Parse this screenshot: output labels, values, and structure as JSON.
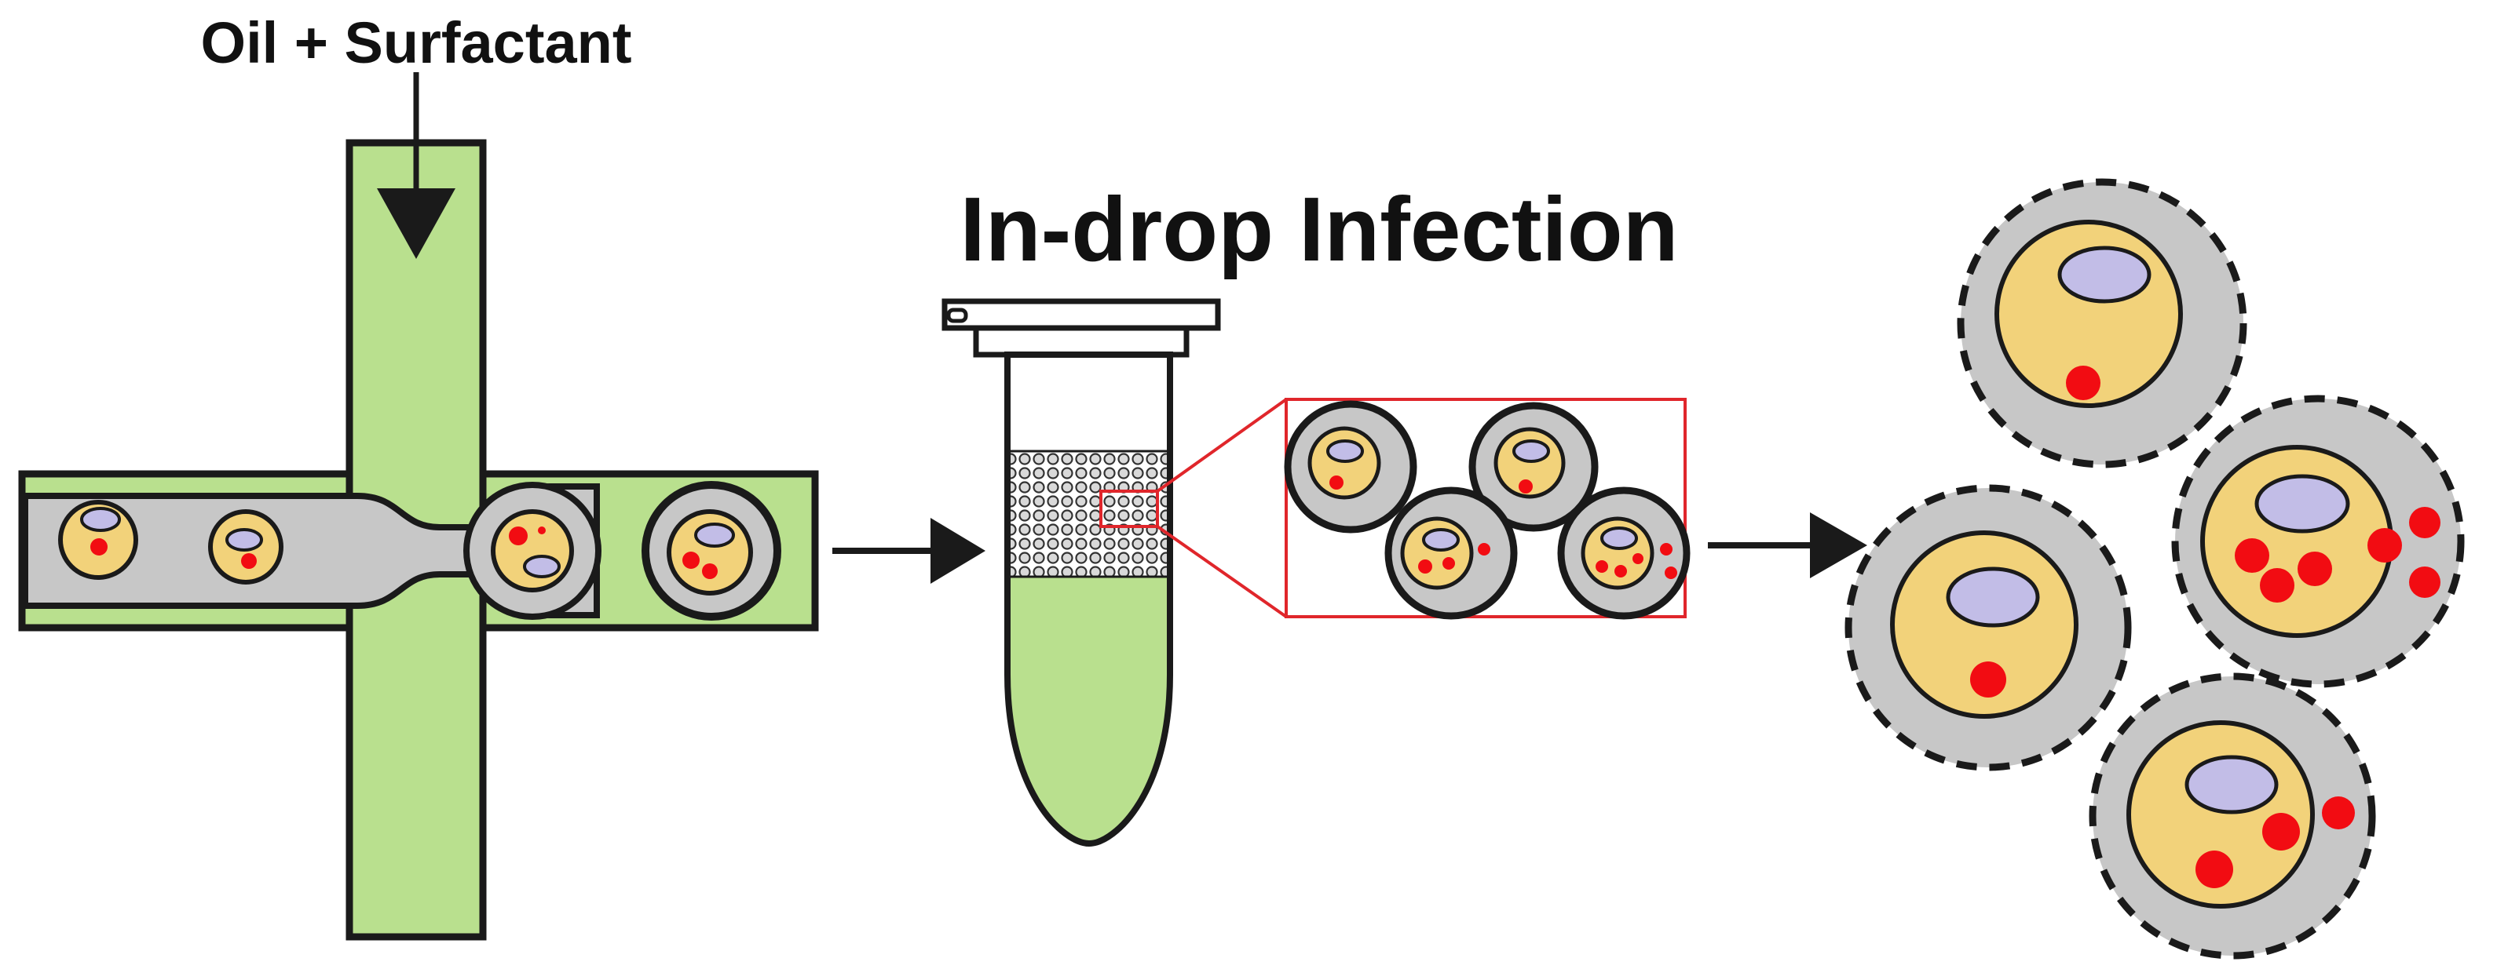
{
  "labels": {
    "oil_surfactant": "Oil + Surfactant",
    "in_drop_infection": "In-drop Infection"
  },
  "colors": {
    "channel_green": "#b9e08e",
    "droplet_gray": "#c7c7c7",
    "cell_yellow": "#f2d27a",
    "nucleus_lavender": "#c2bde7",
    "virus_red": "#f20c12",
    "outline": "#1a1a1a",
    "zoom_box": "#e0262b"
  },
  "stages": [
    {
      "name": "droplet-generation",
      "cell_count": 4
    },
    {
      "name": "tube-incubation"
    },
    {
      "name": "zoom-droplets",
      "cell_count": 4
    },
    {
      "name": "released-cells",
      "cell_count": 4
    }
  ]
}
